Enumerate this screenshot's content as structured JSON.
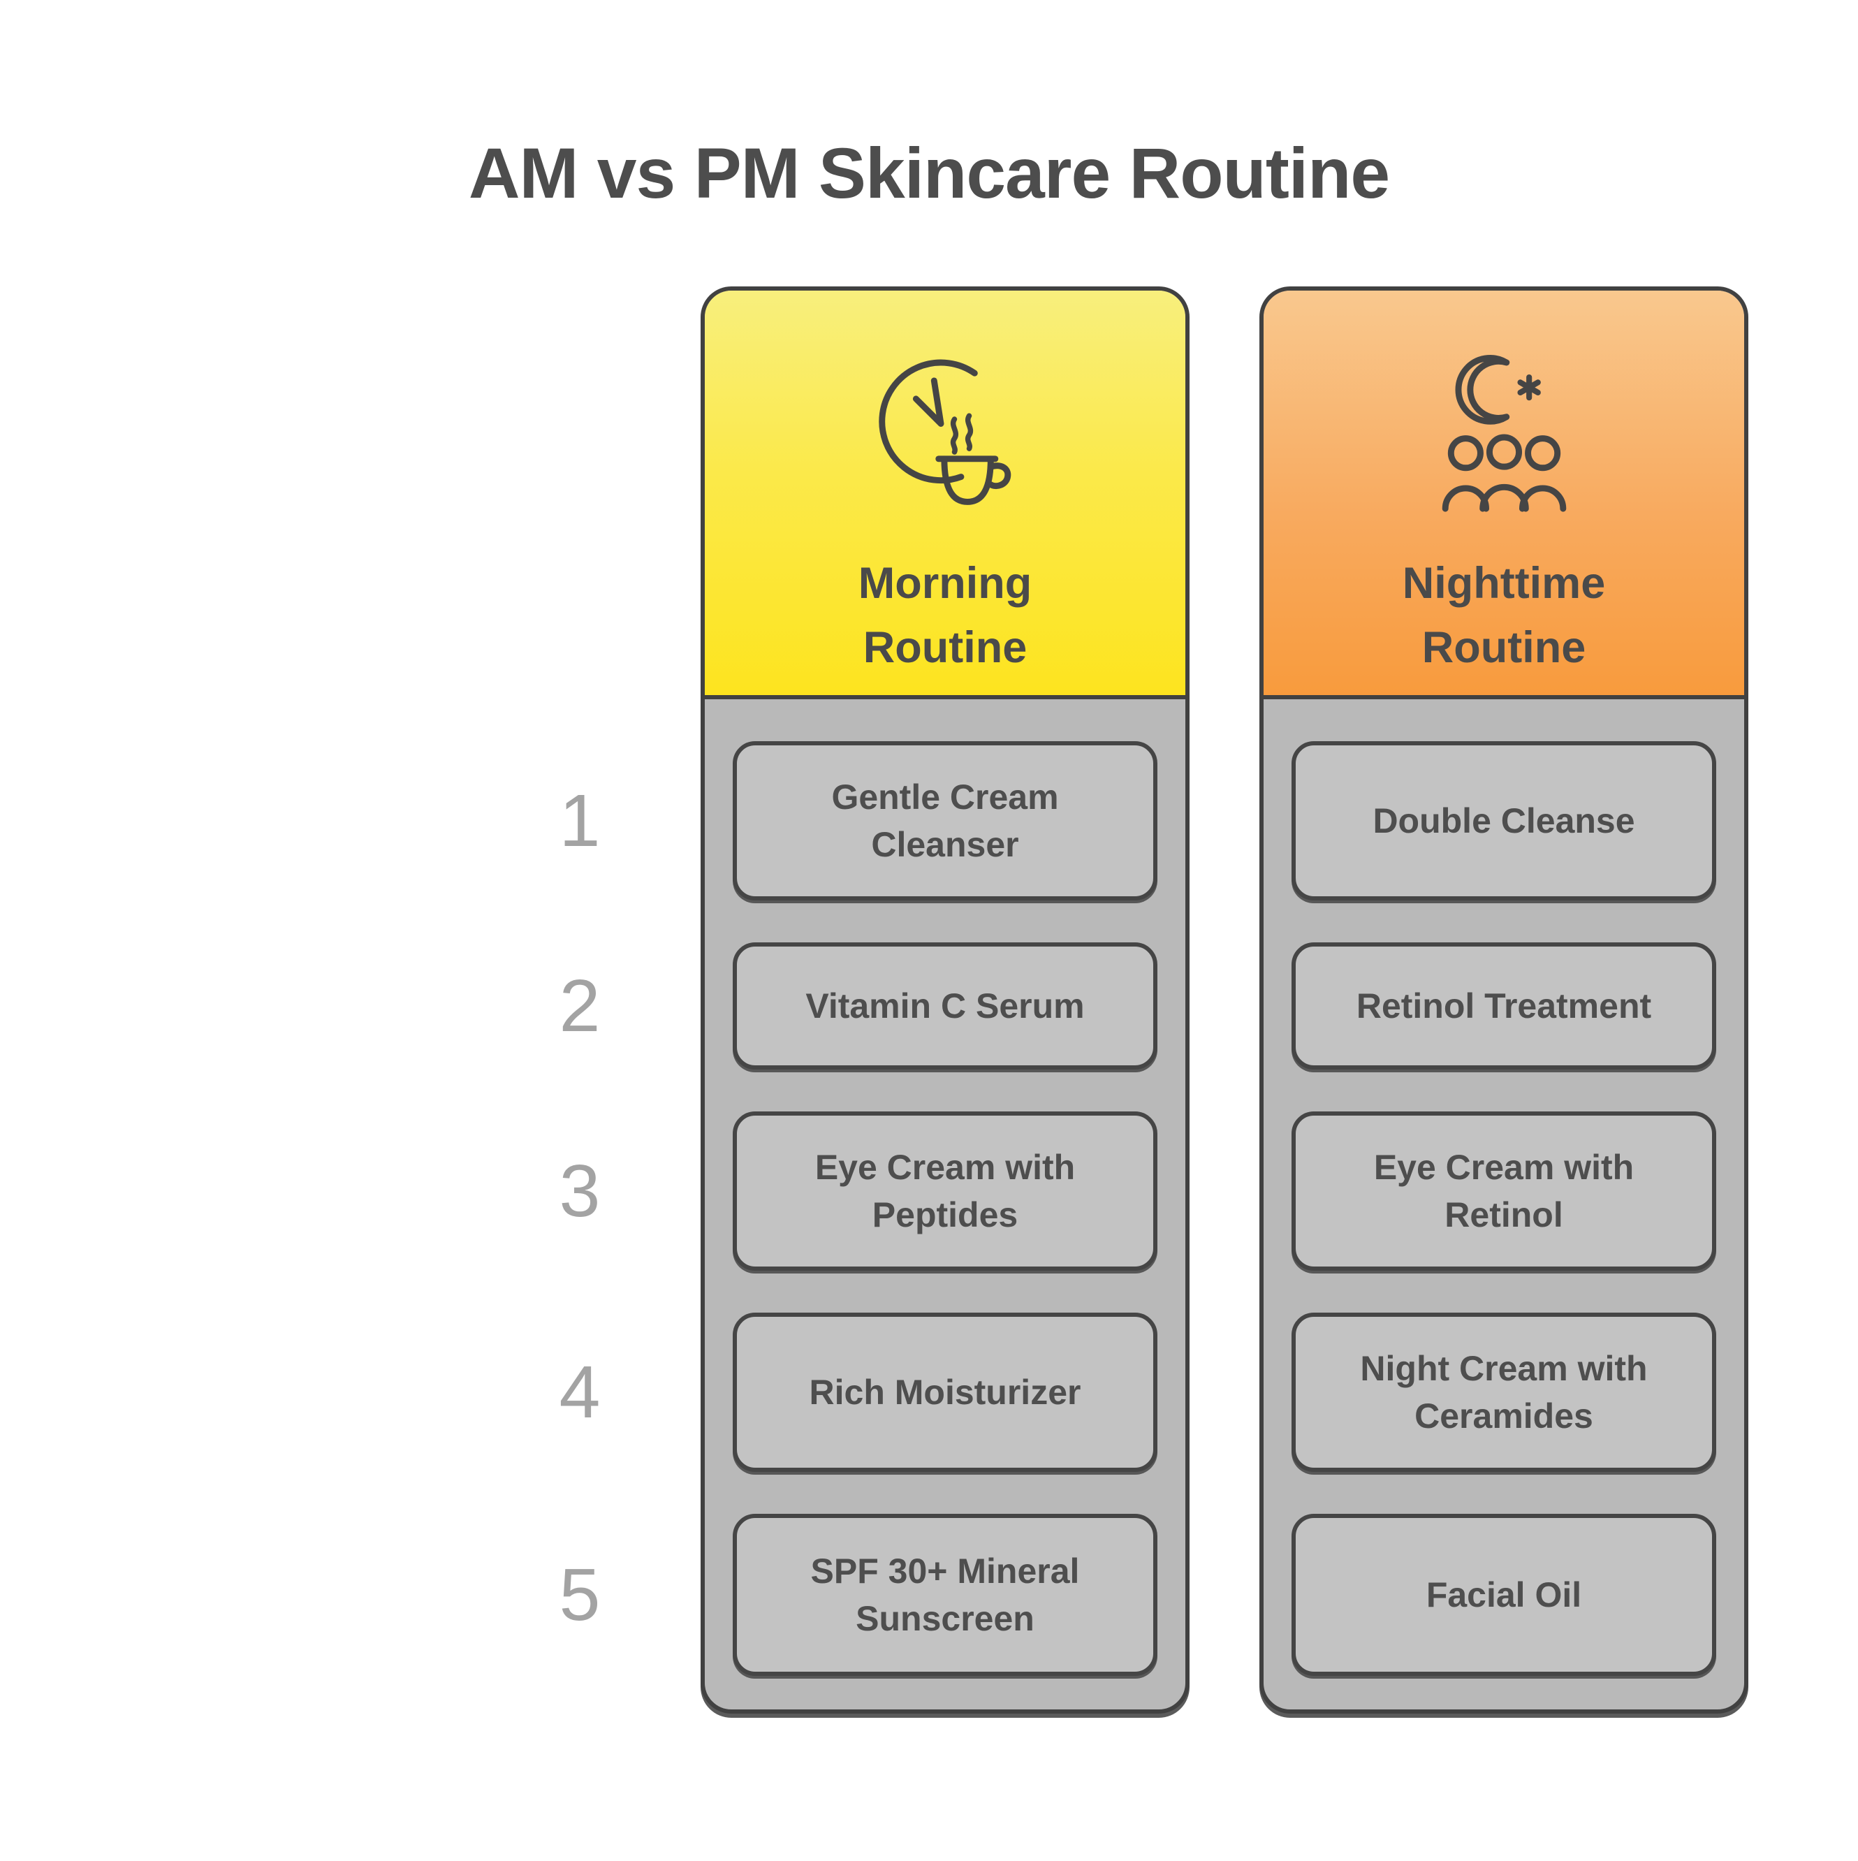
{
  "title": "AM vs PM Skincare Routine",
  "columns": {
    "am": {
      "label": "Morning Routine",
      "icon": "clock-coffee-icon",
      "header_gradient_top": "#f8ef7d",
      "header_gradient_bottom": "#fde41f"
    },
    "pm": {
      "label": "Nighttime Routine",
      "icon": "moon-people-icon",
      "header_gradient_top": "#f9c88e",
      "header_gradient_bottom": "#f89b3d"
    }
  },
  "rows": [
    {
      "number": "1",
      "am": "Gentle Cream Cleanser",
      "pm": "Double Cleanse"
    },
    {
      "number": "2",
      "am": "Vitamin C Serum",
      "pm": "Retinol Treatment"
    },
    {
      "number": "3",
      "am": "Eye Cream with Peptides",
      "pm": "Eye Cream with Retinol"
    },
    {
      "number": "4",
      "am": "Rich Moisturizer",
      "pm": "Night Cream with Ceramides"
    },
    {
      "number": "5",
      "am": "SPF 30+ Mineral Sunscreen",
      "pm": "Facial Oil"
    }
  ],
  "colors": {
    "background": "#ffffff",
    "title_text": "#4d4d4d",
    "column_bg": "#b9b9b9",
    "box_bg": "#c3c3c3",
    "border": "#414141",
    "step_text": "#4e4e4e",
    "number_text": "#a3a3a3"
  }
}
